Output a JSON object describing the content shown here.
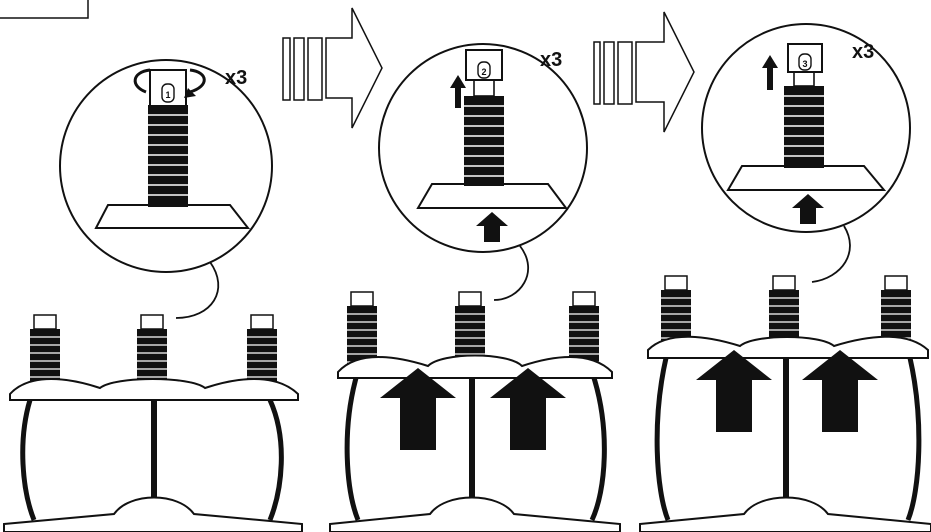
{
  "steps": [
    {
      "step_number": "1",
      "repeat_label": "x3"
    },
    {
      "step_number": "2",
      "repeat_label": "x3"
    },
    {
      "step_number": "3",
      "repeat_label": "x3"
    }
  ],
  "colors": {
    "ink": "#111111",
    "paper": "#ffffff"
  },
  "icons": [
    "rotate-arrow-icon",
    "up-arrow-icon",
    "progress-arrow-icon"
  ]
}
